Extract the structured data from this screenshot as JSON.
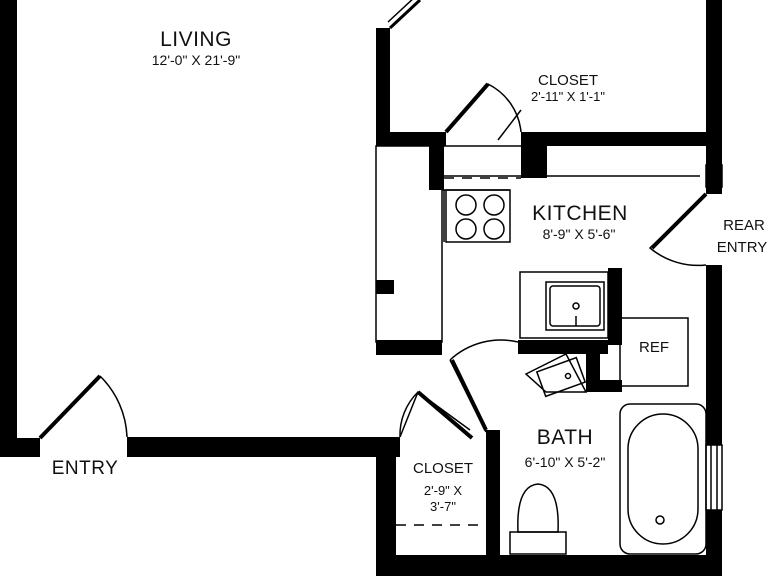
{
  "rooms": {
    "living": {
      "name": "LIVING",
      "dims": "12'-0\" X 21'-9\""
    },
    "closet_top": {
      "name": "CLOSET",
      "dims": "2'-11\" X 1'-1\""
    },
    "kitchen": {
      "name": "KITCHEN",
      "dims": "8'-9\" X 5'-6\""
    },
    "bath": {
      "name": "BATH",
      "dims": "6'-10\" X 5'-2\""
    },
    "closet_bottom": {
      "name": "CLOSET",
      "dims_line1": "2'-9\" X",
      "dims_line2": "3'-7\""
    }
  },
  "labels": {
    "entry": "ENTRY",
    "rear_entry_line1": "REAR",
    "rear_entry_line2": "ENTRY",
    "ref": "REF"
  },
  "colors": {
    "wall": "#000000",
    "fixture": "#111111",
    "background": "#ffffff"
  }
}
